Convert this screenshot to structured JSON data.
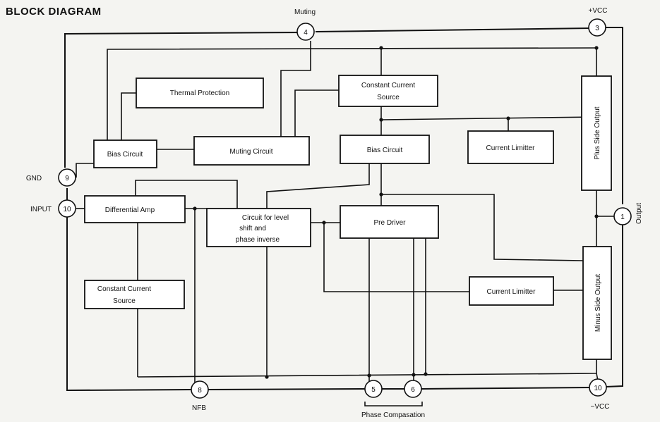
{
  "title": "BLOCK DIAGRAM",
  "blocks": {
    "thermal_protection": [
      "Thermal Protection"
    ],
    "constant_current_source_top": [
      "Constant Current",
      "Source"
    ],
    "bias_circuit_left": [
      "Bias Circuit"
    ],
    "muting_circuit": [
      "Muting Circuit"
    ],
    "bias_circuit_center": [
      "Bias Circuit"
    ],
    "current_limitter_top": [
      "Current Limitter"
    ],
    "plus_side_output": [
      "Plus Side Output"
    ],
    "differential_amp": [
      "Differential Amp"
    ],
    "level_shift": [
      "Circuit for level",
      "shift and",
      "phase inverse"
    ],
    "pre_driver": [
      "Pre Driver"
    ],
    "constant_current_source_bottom": [
      "Constant Current",
      "Source"
    ],
    "current_limitter_bottom": [
      "Current Limitter"
    ],
    "minus_side_output": [
      "Minus Side Output"
    ]
  },
  "pins": {
    "muting": {
      "number": "4",
      "label": "Muting"
    },
    "vcc_plus": {
      "number": "3",
      "label": "+VCC"
    },
    "gnd": {
      "number": "9",
      "label": "GND"
    },
    "input": {
      "number": "10",
      "label": "INPUT"
    },
    "output": {
      "number": "1",
      "label": "Output"
    },
    "nfb": {
      "number": "8",
      "label": "NFB"
    },
    "phase5": {
      "number": "5"
    },
    "phase6": {
      "number": "6"
    },
    "vcc_minus": {
      "number": "10",
      "label": "−VCC"
    }
  },
  "phase_compensation_label": "Phase Compasation"
}
